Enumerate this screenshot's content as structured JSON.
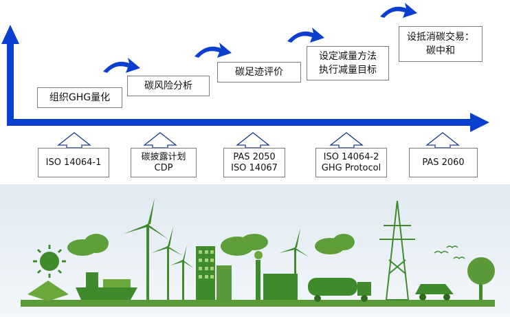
{
  "stages": [
    {
      "id": "ghg",
      "lines": [
        "组织GHG量化"
      ]
    },
    {
      "id": "risk",
      "lines": [
        "碳风险分析"
      ]
    },
    {
      "id": "footprint",
      "lines": [
        "碳足迹评价"
      ]
    },
    {
      "id": "target",
      "lines": [
        "设定减量方法",
        "执行减量目标"
      ]
    },
    {
      "id": "trade",
      "lines": [
        "设抵消碳交易：",
        "碳中和"
      ]
    }
  ],
  "standards": [
    {
      "id": "iso14064-1",
      "lines": [
        "ISO 14064-1"
      ]
    },
    {
      "id": "cdp",
      "lines": [
        "碳披露计划",
        "CDP"
      ]
    },
    {
      "id": "pas2050",
      "lines": [
        "PAS 2050",
        "ISO 14067"
      ]
    },
    {
      "id": "iso14064-2",
      "lines": [
        "ISO 14064-2",
        "GHG Protocol"
      ]
    },
    {
      "id": "pas2060",
      "lines": [
        "PAS 2060"
      ]
    }
  ],
  "colors": {
    "axis_blue": "#0a3fd0",
    "hollow_arrow_stroke": "#1b3a8c",
    "eco_green": "#3f8a2a",
    "eco_green_light": "#7fc04a",
    "sky": "#e9f1f6",
    "box_border": "#7a7a7a"
  },
  "icons": {
    "curved_arrow": "curved-arrow-icon",
    "up_arrow": "hollow-up-arrow-icon",
    "eco_scene": "green-city-illustration"
  }
}
